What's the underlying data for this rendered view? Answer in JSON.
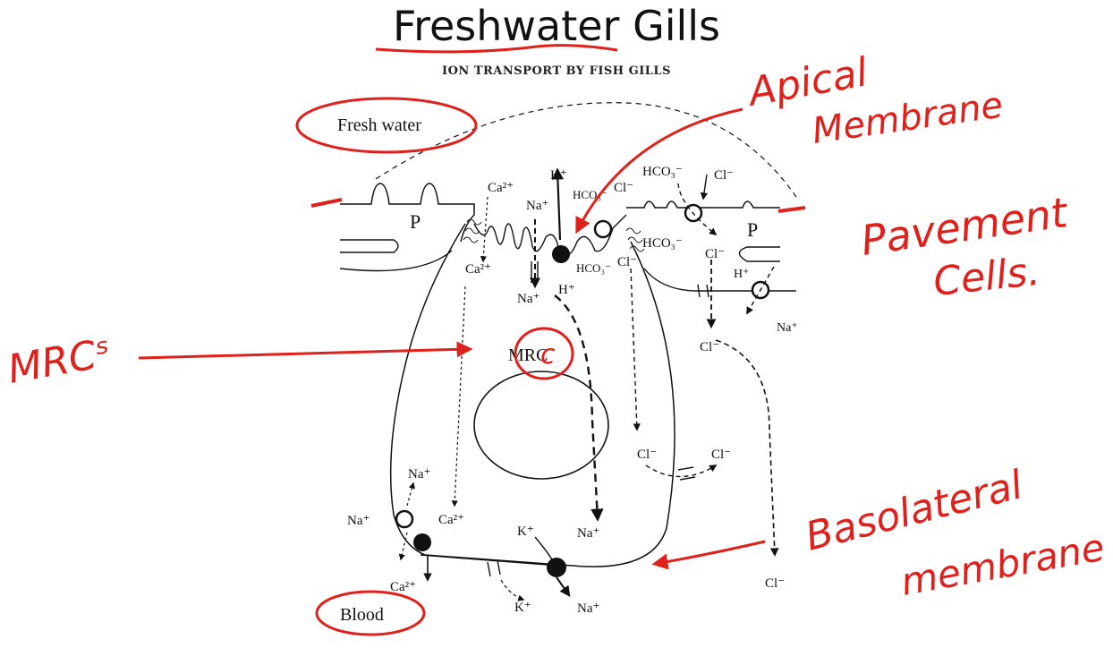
{
  "title": "Freshwater Gills",
  "subtitle": "ION TRANSPORT BY FISH GILLS",
  "colors": {
    "annotation": "#e0201b",
    "ink": "#111111"
  },
  "labels": {
    "fresh_water": "Fresh water",
    "blood": "Blood",
    "mrc": "MRC",
    "p_left": "P",
    "p_right": "P",
    "ca_top": "Ca²⁺",
    "ca_mid": "Ca²⁺",
    "ca_base": "Ca²⁺",
    "ca_bottom": "Ca²⁺",
    "h_top": "H⁺",
    "na_apical": "Na⁺",
    "hco3_apical": "HCO₃⁻",
    "cl_apical": "Cl⁻",
    "hco3_in": "HCO₃⁻",
    "cl_in_apical": "Cl⁻",
    "na_in": "Na⁺",
    "h_in": "H⁺",
    "hco3_pc_top": "HCO₃⁻",
    "cl_pc_top": "Cl⁻",
    "hco3_pc_mid": "HCO₃⁻",
    "cl_pc_mid": "Cl⁻",
    "h_pc": "H⁺",
    "na_pc": "Na⁺",
    "cl_pc_low": "Cl⁻",
    "cl_lat_left": "Cl⁻",
    "cl_lat_right": "Cl⁻",
    "cl_blood": "Cl⁻",
    "na_base_top": "Na⁺",
    "na_base_left": "Na⁺",
    "k_top": "K⁺",
    "na_pump_top": "Na⁺",
    "k_bottom": "K⁺",
    "na_pump_bottom": "Na⁺"
  },
  "annotations": {
    "apical": "Apical",
    "membrane": "Membrane",
    "pavement": "Pavement",
    "cells": "Cells.",
    "mrcs": "MRCˢ",
    "mrc_c": "c",
    "basolateral": "Basolateral",
    "membrane2": "membrane"
  }
}
